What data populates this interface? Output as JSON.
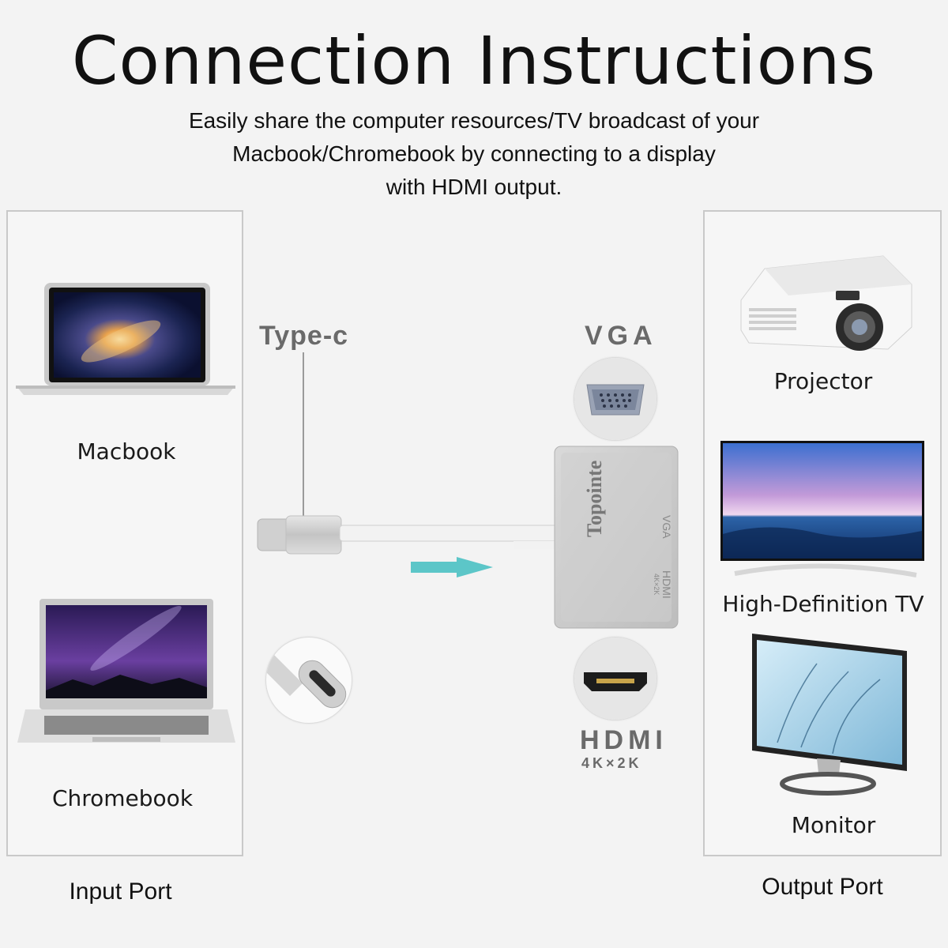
{
  "header": {
    "title": "Connection Instructions",
    "subtitle_lines": [
      "Easily share the computer resources/TV broadcast of your",
      "Macbook/Chromebook by connecting to a display",
      "with HDMI output."
    ]
  },
  "input": {
    "devices": [
      {
        "label": "Macbook",
        "icon": "laptop-macbook-icon"
      },
      {
        "label": "Chromebook",
        "icon": "laptop-chromebook-icon"
      }
    ],
    "port_label": "Input Port"
  },
  "adapter": {
    "type_c_label": "Type-c",
    "brand": "Topointe",
    "vga_label": "VGA",
    "hdmi_label": "HDMI",
    "hdmi_sub": "4K×2K",
    "body_vga": "VGA",
    "body_hdmi": "HDMI",
    "body_hdmi_sub": "4K×2K",
    "accent": "#5cc6c8"
  },
  "output": {
    "devices": [
      {
        "label": "Projector",
        "icon": "projector-icon"
      },
      {
        "label": "High-Definition TV",
        "icon": "tv-icon"
      },
      {
        "label": "Monitor",
        "icon": "monitor-icon"
      }
    ],
    "port_label": "Output Port"
  }
}
